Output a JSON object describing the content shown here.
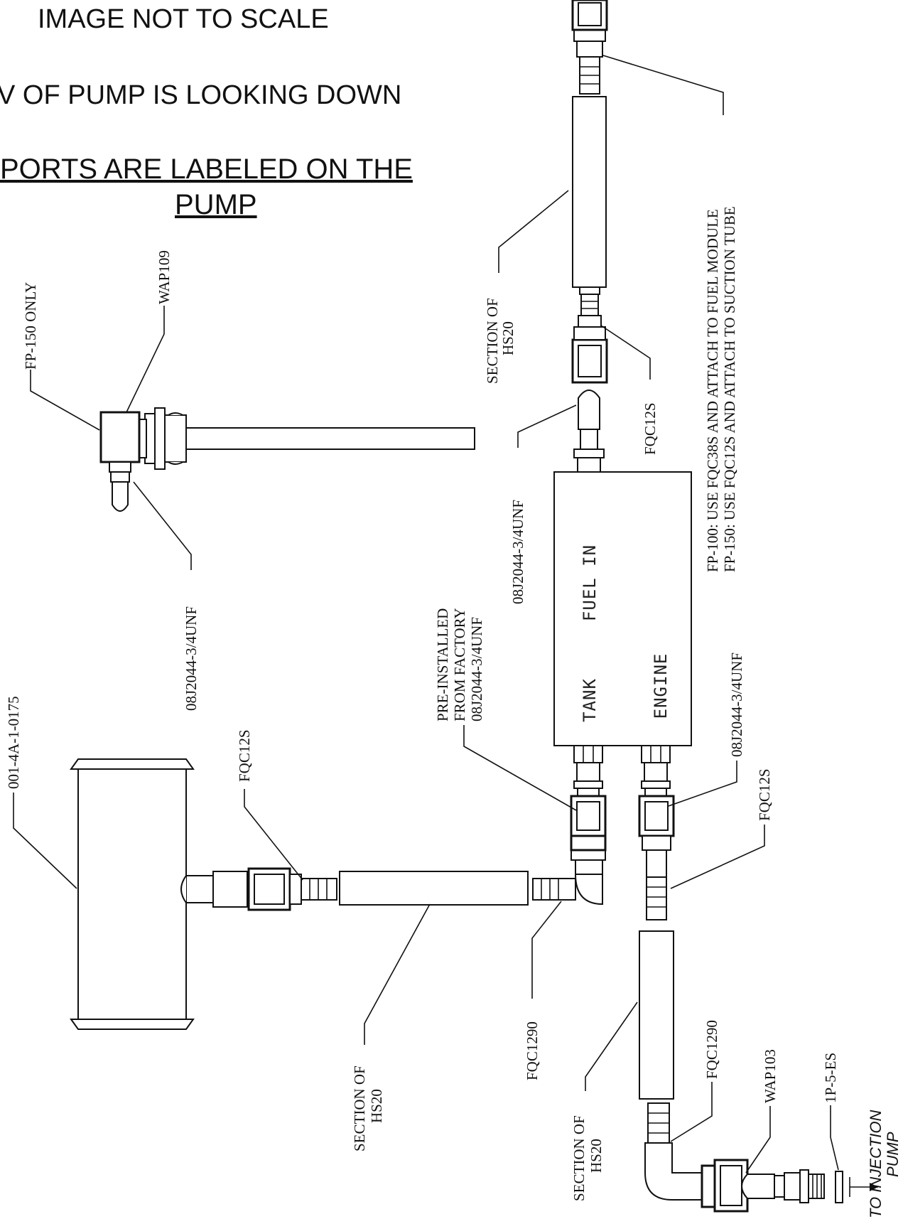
{
  "header": {
    "line1": "IMAGE NOT TO SCALE",
    "line2": "V OF PUMP IS LOOKING DOWN",
    "line3a": " PORTS ARE LABELED ON THE",
    "line3b": "PUMP"
  },
  "pump": {
    "fuel_in": "FUEL IN",
    "tank": "TANK",
    "engine": "ENGINE"
  },
  "labels": {
    "fp150_only": "FP-150 ONLY",
    "wap109": "WAP109",
    "fitting_left": "08J2044-3/4UNF",
    "part_001": "001-4A-1-0175",
    "fqc12s_left": "FQC12S",
    "section_top_1": "SECTION OF",
    "section_top_2": "HS20",
    "fqc12s_top": "FQC12S",
    "fitting_fuel_in": "08J2044-3/4UNF",
    "preinstalled_1": "PRE-INSTALLED",
    "preinstalled_2": "FROM FACTORY",
    "preinstalled_3": "08J2044-3/4UNF",
    "fitting_engine": "08J2044-3/4UNF",
    "fqc12s_right": "FQC12S",
    "fp_note_1": "FP-100: USE FQC38S AND ATTACH TO FUEL MODULE",
    "fp_note_2": "FP-150: USE FQC12S AND ATTACH TO SUCTION TUBE",
    "section_bottom_1": "SECTION OF",
    "section_bottom_2": "HS20",
    "fqc1290_mid": "FQC1290",
    "section_right_1": "SECTION OF",
    "section_right_2": "HS20",
    "fqc1290_right": "FQC1290",
    "wap103": "WAP103",
    "ip5es": "1P-5-ES",
    "to_injection_1": "TO INJECTION",
    "to_injection_2": "PUMP"
  }
}
